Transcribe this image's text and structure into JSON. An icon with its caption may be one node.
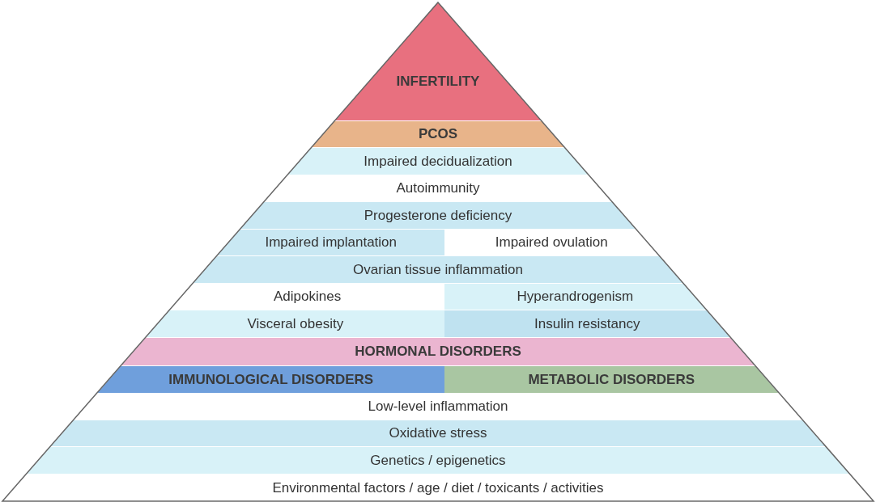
{
  "diagram": {
    "nodes": [
      {
        "text": [
          "INFERTILITY"
        ]
      },
      {
        "text": [
          "PCOS"
        ]
      },
      {
        "text": [
          "Impaired decidualization"
        ]
      },
      {
        "text": [
          "Autoimmunity"
        ]
      },
      {
        "text": [
          "Progesterone deficiency"
        ]
      },
      {
        "text": [
          "Impaired implantation"
        ]
      },
      {
        "text": [
          "Impaired ovulation"
        ]
      },
      {
        "text": [
          "Ovarian tissue inflammation"
        ]
      },
      {
        "text": [
          "Adipokines"
        ]
      },
      {
        "text": [
          "Hyperandrogenism"
        ]
      },
      {
        "text": [
          "Visceral obesity"
        ]
      },
      {
        "text": [
          "Insulin resistancy"
        ]
      },
      {
        "text": [
          "HORMONAL DISORDERS"
        ]
      },
      {
        "text": [
          "IMMUNOLOGICAL DISORDERS"
        ]
      },
      {
        "text": [
          "METABOLIC DISORDERS"
        ]
      },
      {
        "text": [
          "Low-level inflammation"
        ]
      },
      {
        "text": [
          "Oxidative stress"
        ]
      },
      {
        "text": [
          "Genetics / epigenetics"
        ]
      },
      {
        "text": [
          "Environmental factors / age / diet / toxicants / activities"
        ]
      }
    ]
  }
}
